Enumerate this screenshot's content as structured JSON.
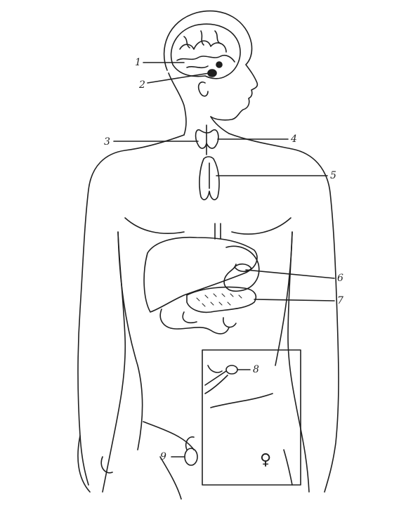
{
  "diagram": {
    "labels": [
      {
        "id": "1",
        "text": "1"
      },
      {
        "id": "2",
        "text": "2"
      },
      {
        "id": "3",
        "text": "3"
      },
      {
        "id": "4",
        "text": "4"
      },
      {
        "id": "5",
        "text": "5"
      },
      {
        "id": "6",
        "text": "6"
      },
      {
        "id": "7",
        "text": "7"
      },
      {
        "id": "8",
        "text": "8"
      },
      {
        "id": "9",
        "text": "9"
      }
    ],
    "female_symbol": "♀",
    "line_color": "#1f1f1f"
  }
}
